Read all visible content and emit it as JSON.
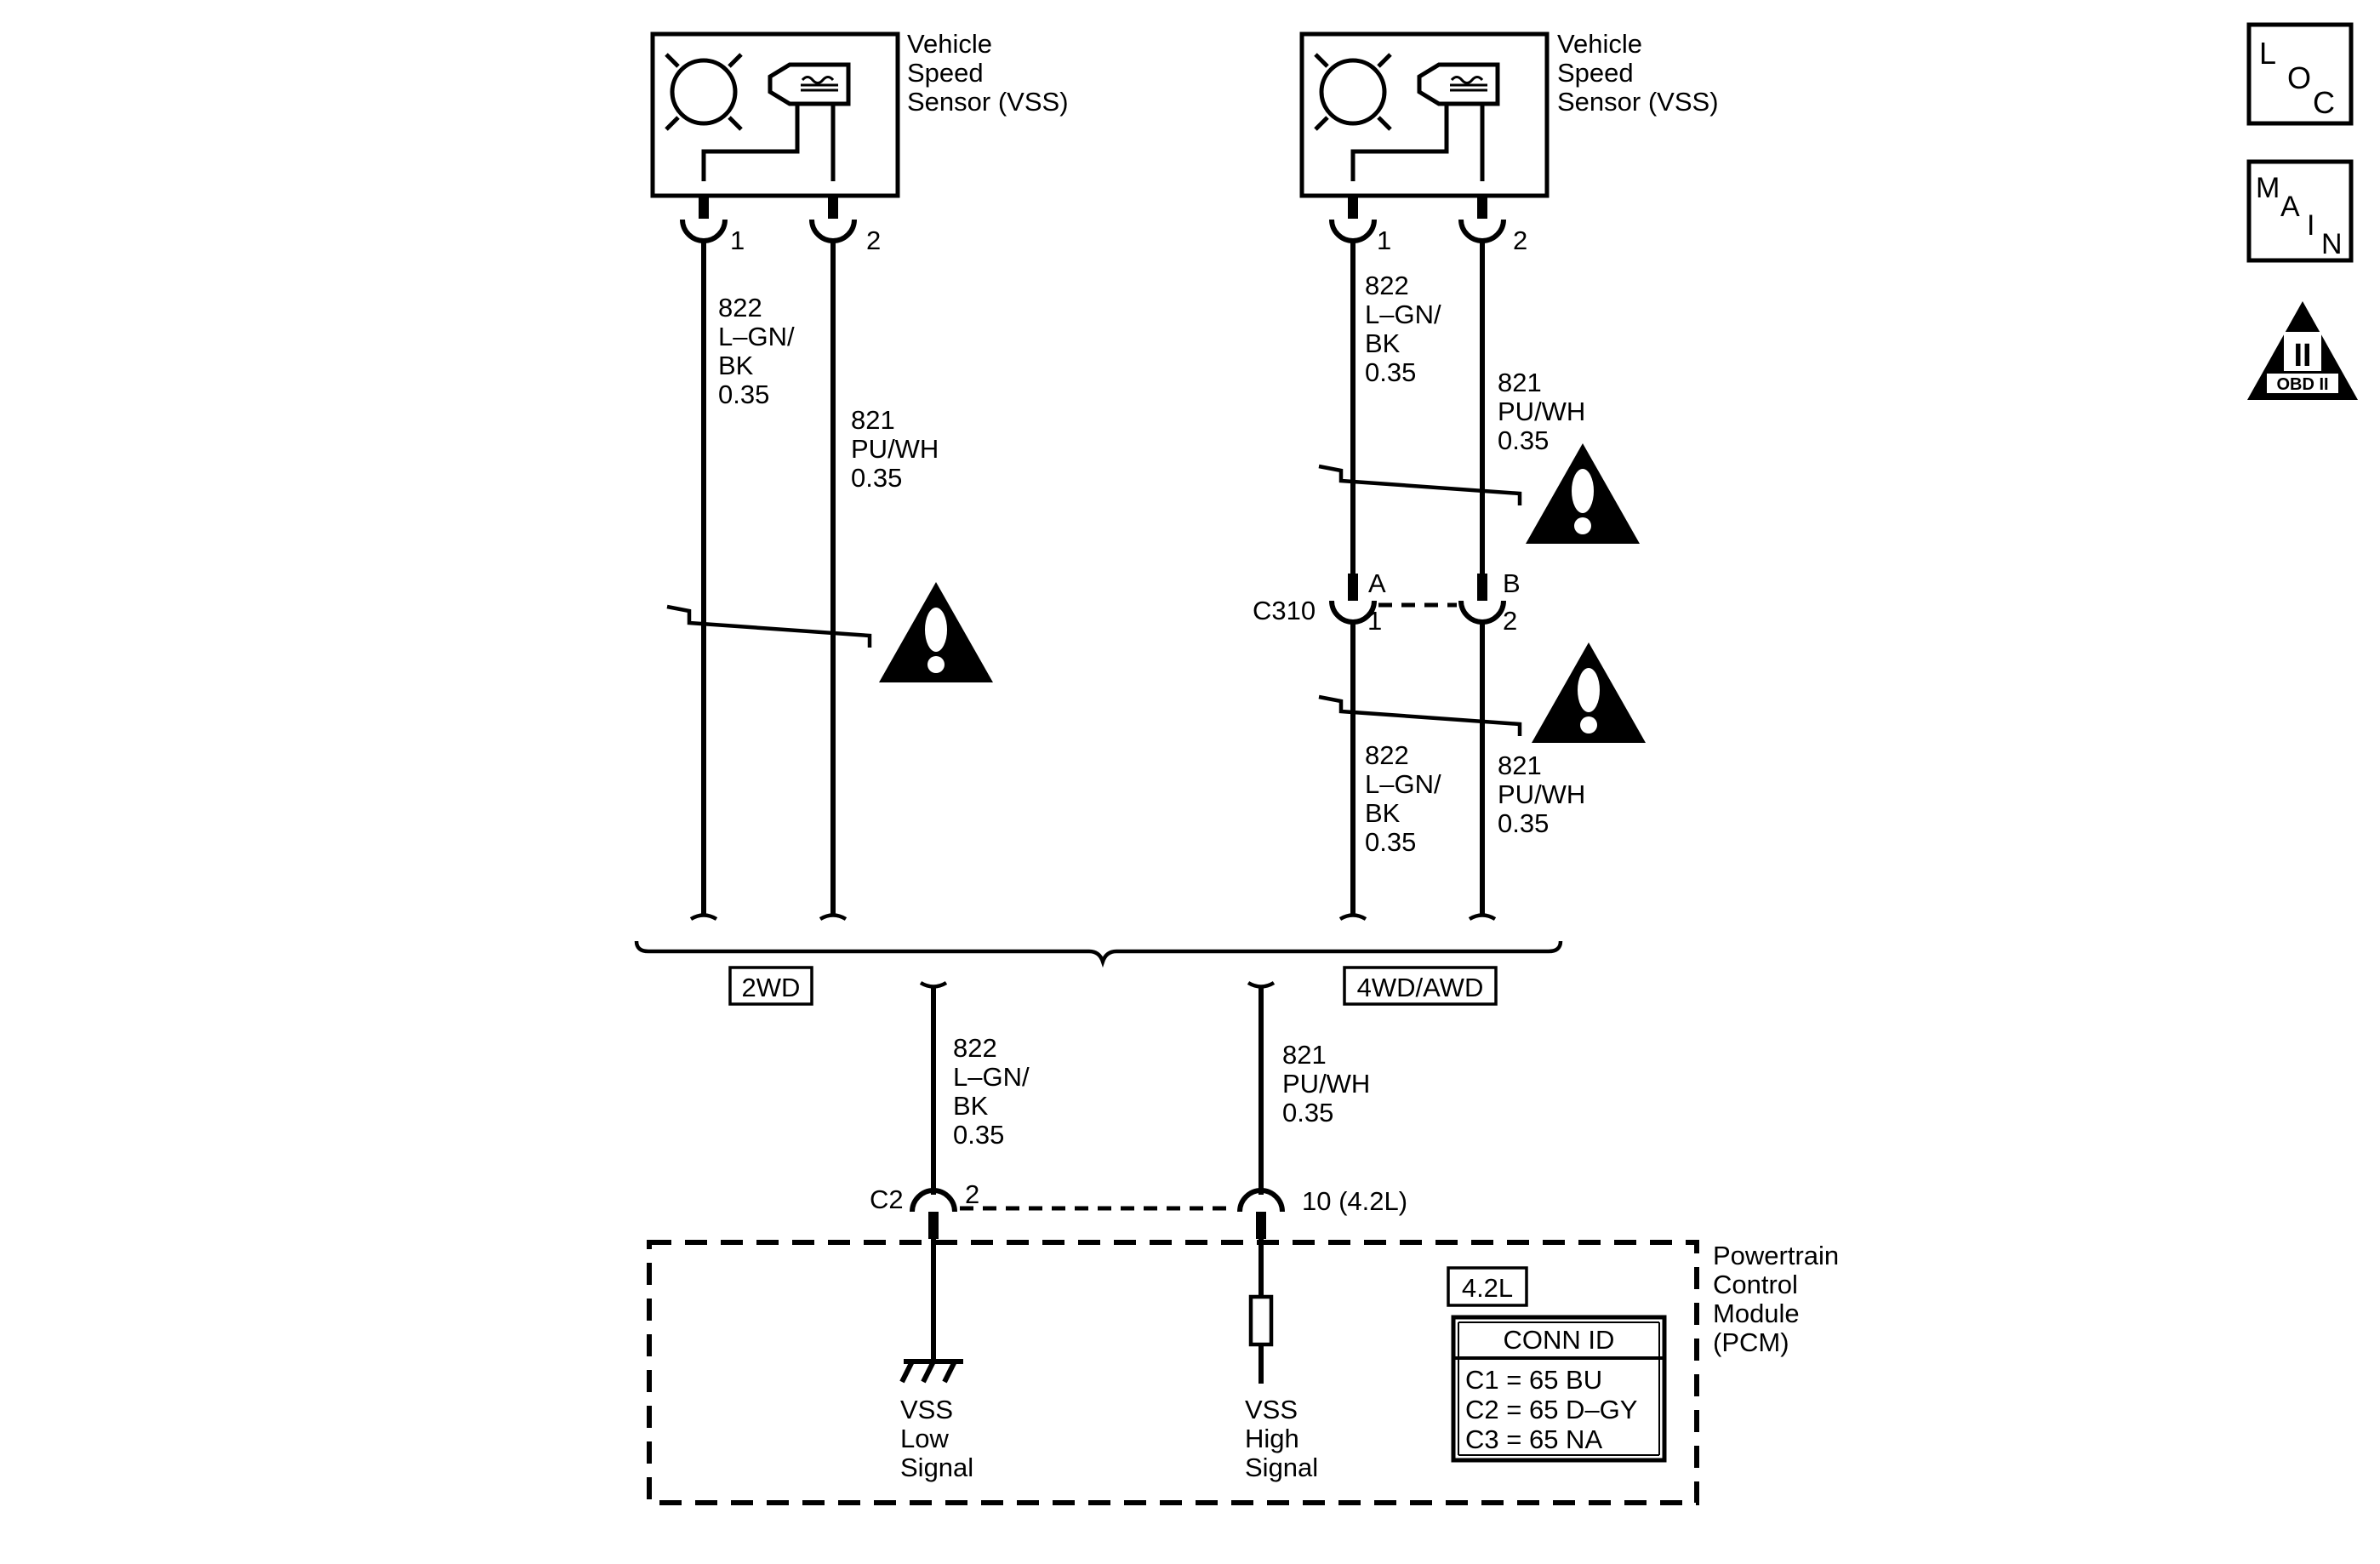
{
  "sensor_left": {
    "title_lines": [
      "Vehicle",
      "Speed",
      "Sensor (VSS)"
    ],
    "pin1": "1",
    "pin2": "2"
  },
  "sensor_right": {
    "title_lines": [
      "Vehicle",
      "Speed",
      "Sensor (VSS)"
    ],
    "pin1": "1",
    "pin2": "2"
  },
  "wire_822": [
    "822",
    "L–GN/",
    "BK",
    "0.35"
  ],
  "wire_821": [
    "821",
    "PU/WH",
    "0.35"
  ],
  "connector_c310": {
    "name": "C310",
    "pin_a": "A",
    "pin_b": "B",
    "pin_1": "1",
    "pin_2": "2"
  },
  "option_tags": {
    "left": "2WD",
    "right": "4WD/AWD"
  },
  "pcm_connector": {
    "name": "C2",
    "pin_low": "2",
    "pin_high": "10 (4.2L)"
  },
  "pcm": {
    "title_lines": [
      "Powertrain",
      "Control",
      "Module",
      "(PCM)"
    ],
    "engine_tag": "4.2L",
    "conn_id_header": "CONN ID",
    "conn_ids": [
      "C1 = 65 BU",
      "C2 = 65 D–GY",
      "C3 = 65 NA"
    ],
    "low_signal": [
      "VSS",
      "Low",
      "Signal"
    ],
    "high_signal": [
      "VSS",
      "High",
      "Signal"
    ]
  },
  "side_icons": {
    "loc": [
      "L",
      "O",
      "C"
    ],
    "main": [
      "M",
      "A",
      "I",
      "N"
    ],
    "obd_numeral": "II",
    "obd_label": "OBD II"
  }
}
